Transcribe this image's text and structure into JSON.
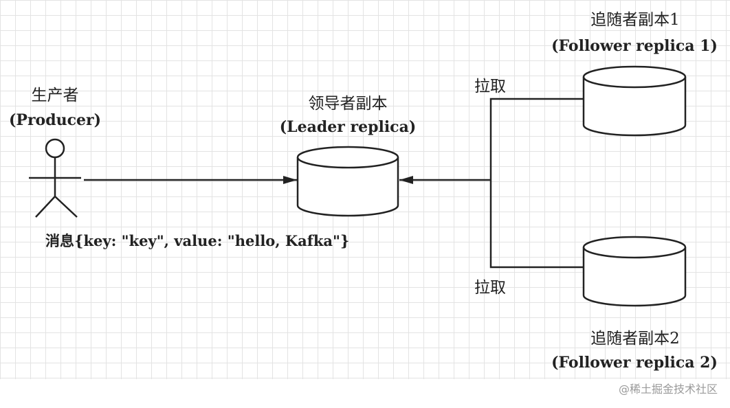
{
  "producer": {
    "title_cn": "生产者",
    "title_en": "(Producer)"
  },
  "leader": {
    "title_cn": "领导者副本",
    "title_en": "(Leader replica)"
  },
  "follower1": {
    "title_cn": "追随者副本1",
    "title_en": "(Follower replica 1)"
  },
  "follower2": {
    "title_cn": "追随者副本2",
    "title_en": "(Follower replica 2)"
  },
  "message": "消息{key: \"key\", value: \"hello, Kafka\"}",
  "pull_label_top": "拉取",
  "pull_label_bottom": "拉取",
  "watermark": "@稀土掘金技术社区",
  "colors": {
    "stroke": "#222222",
    "grid": "#e3e3e3",
    "watermark": "#9a9a9a"
  }
}
